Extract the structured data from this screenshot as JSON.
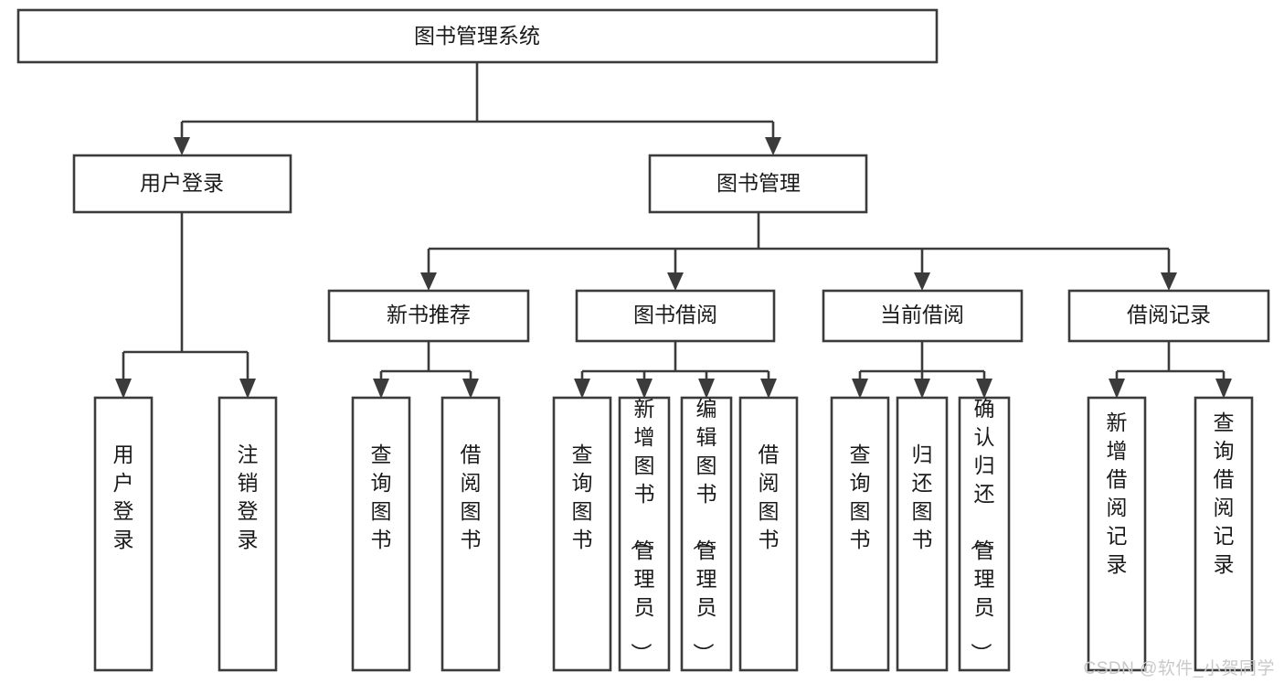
{
  "diagram": {
    "type": "tree-hierarchy",
    "title": "图书管理系统",
    "watermark": "CSDN @软件_小贺同学",
    "colors": {
      "box_stroke": "#3b3b3b",
      "box_fill": "#ffffff",
      "text": "#1a1a1a",
      "connector": "#3b3b3b",
      "watermark": "#c9c9c9",
      "background": "#ffffff"
    },
    "levels": {
      "level1": [
        {
          "id": "root",
          "label": "图书管理系统"
        }
      ],
      "level2": [
        {
          "id": "user-login",
          "label": "用户登录"
        },
        {
          "id": "book-management",
          "label": "图书管理"
        }
      ],
      "level3": [
        {
          "id": "new-book-recommend",
          "label": "新书推荐",
          "parent": "book-management"
        },
        {
          "id": "book-borrow",
          "label": "图书借阅",
          "parent": "book-management"
        },
        {
          "id": "current-borrow",
          "label": "当前借阅",
          "parent": "book-management"
        },
        {
          "id": "borrow-record",
          "label": "借阅记录",
          "parent": "book-management"
        }
      ],
      "leaves": [
        {
          "id": "leaf-user-login",
          "label": "用户登录",
          "parent": "user-login"
        },
        {
          "id": "leaf-logout-login",
          "label": "注销登录",
          "parent": "user-login"
        },
        {
          "id": "leaf-query-book-1",
          "label": "查询图书",
          "parent": "new-book-recommend"
        },
        {
          "id": "leaf-borrow-book-1",
          "label": "借阅图书",
          "parent": "new-book-recommend"
        },
        {
          "id": "leaf-query-book-2",
          "label": "查询图书",
          "parent": "book-borrow"
        },
        {
          "id": "leaf-add-book",
          "label": "新增图书（管理员）",
          "parent": "book-borrow"
        },
        {
          "id": "leaf-edit-book",
          "label": "编辑图书（管理员）",
          "parent": "book-borrow"
        },
        {
          "id": "leaf-borrow-book-2",
          "label": "借阅图书",
          "parent": "book-borrow"
        },
        {
          "id": "leaf-query-book-3",
          "label": "查询图书",
          "parent": "current-borrow"
        },
        {
          "id": "leaf-return-book",
          "label": "归还图书",
          "parent": "current-borrow"
        },
        {
          "id": "leaf-confirm-return",
          "label": "确认归还（管理员）",
          "parent": "current-borrow"
        },
        {
          "id": "leaf-add-record",
          "label": "新增借阅记录",
          "parent": "borrow-record"
        },
        {
          "id": "leaf-query-record",
          "label": "查询借阅记录",
          "parent": "borrow-record"
        }
      ]
    }
  }
}
